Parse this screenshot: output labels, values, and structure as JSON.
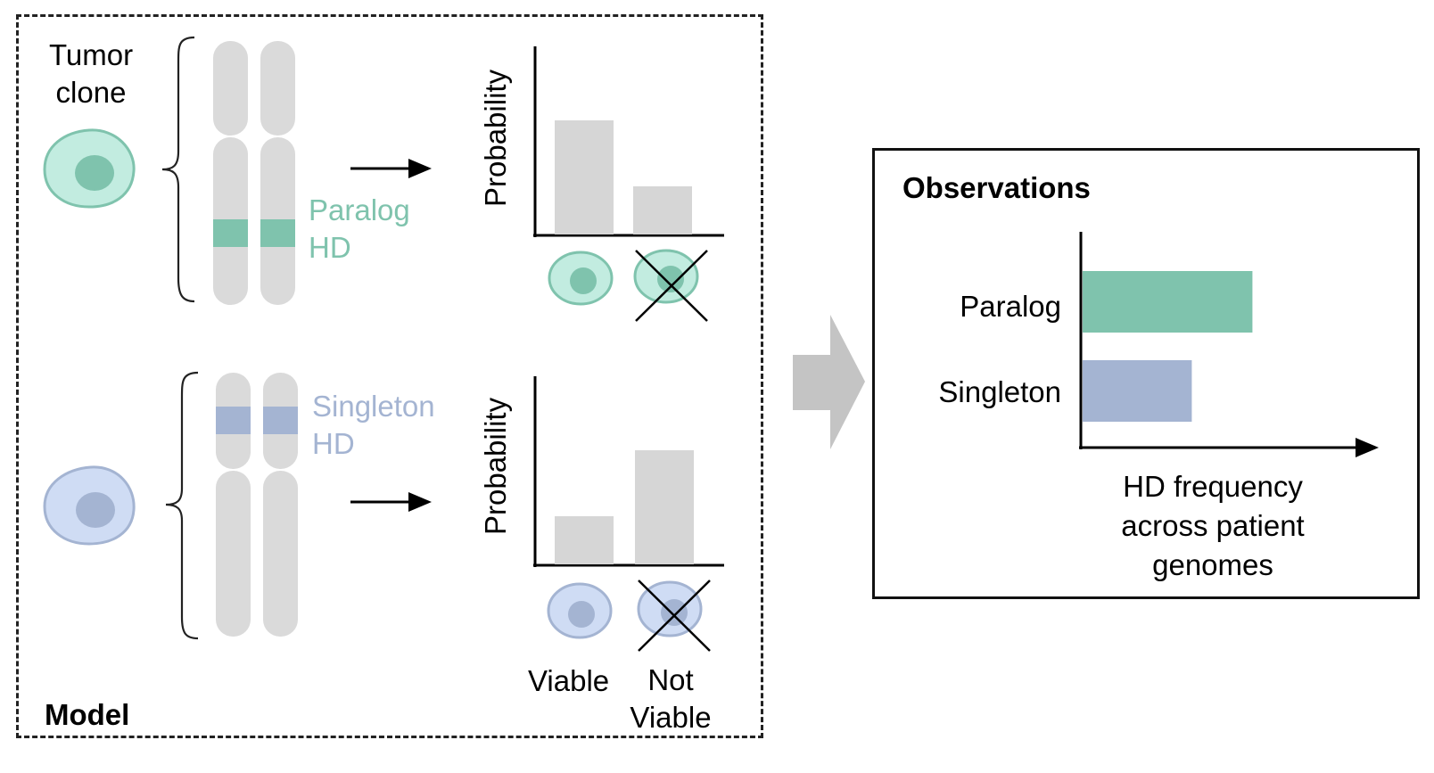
{
  "model": {
    "title": "Model",
    "tumor_clone_line1": "Tumor",
    "tumor_clone_line2": "clone",
    "paralog_hd_line1": "Paralog",
    "paralog_hd_line2": "HD",
    "singleton_hd_line1": "Singleton",
    "singleton_hd_line2": "HD",
    "prob_axis_label": "Probability",
    "viable_label": "Viable",
    "not_viable_line1": "Not",
    "not_viable_line2": "Viable",
    "paralog_chart": {
      "categories": [
        "Viable",
        "Not Viable"
      ],
      "values": [
        0.64,
        0.27
      ]
    },
    "singleton_chart": {
      "categories": [
        "Viable",
        "Not Viable"
      ],
      "values": [
        0.27,
        0.64
      ]
    }
  },
  "observations": {
    "title": "Observations",
    "xlabel_line1": "HD frequency",
    "xlabel_line2": "across patient",
    "xlabel_line3": "genomes",
    "categories": [
      "Paralog",
      "Singleton"
    ],
    "values": [
      0.56,
      0.36
    ]
  },
  "colors": {
    "paralog": "#7fc3ad",
    "paralog_cell": "#c2ece0",
    "singleton": "#a4b4d2",
    "singleton_cell": "#cfdcf4",
    "chromosome": "#dadada",
    "bar": "#d6d6d6",
    "big_arrow": "#c4c4c4"
  }
}
